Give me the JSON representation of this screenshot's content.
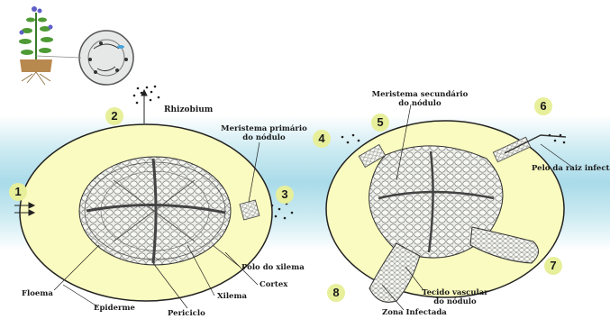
{
  "labels": {
    "rhizobium": "Rhizobium",
    "meristema_primario_1": "Meristema primário",
    "meristema_primario_2": "do nódulo",
    "polo_xilema": "Polo do xilema",
    "cortex": "Cortex",
    "xilema": "Xilema",
    "floema": "Floema",
    "epiderme": "Epiderme",
    "periciclo": "Periciclo",
    "meristema_secundario_1": "Meristema secundário",
    "meristema_secundario_2": "do nódulo",
    "pelo_raiz": "Pelo da raiz infectad",
    "tecido_vascular_1": "Tecido vascular",
    "tecido_vascular_2": "do nódulo",
    "zona_infectada": "Zona Infectada"
  },
  "steps": [
    "1",
    "2",
    "3",
    "4",
    "5",
    "6",
    "7",
    "8"
  ],
  "colors": {
    "band": "#a9dbe9",
    "root_fill": "#fafbc0",
    "cell_fill": "#e9ece6",
    "step_badge": "#e7ef9a",
    "line": "#222222"
  },
  "icons": {
    "plant": "plant-with-roots-icon",
    "cycle": "infection-cycle-icon"
  }
}
